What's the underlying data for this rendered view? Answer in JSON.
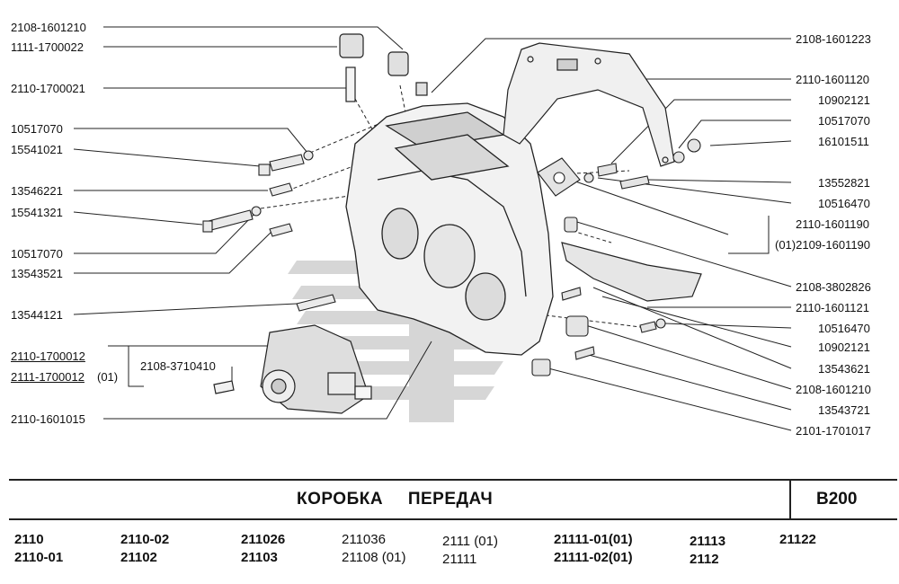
{
  "labels_left": [
    "2108-1601210",
    "1111-1700022",
    "2110-1700021",
    "10517070",
    "15541021",
    "13546221",
    "15541321",
    "10517070",
    "13543521",
    "13544121",
    "2110-1700012",
    "2111-1700012",
    "(01)",
    "2108-3710410",
    "2110-1601015"
  ],
  "labels_right": [
    "2108-1601223",
    "2110-1601120",
    "10902121",
    "10517070",
    "16101511",
    "13552821",
    "10516470",
    "2110-1601190",
    "(01)2109-1601190",
    "2108-3802826",
    "2110-1601121",
    "10516470",
    "10902121",
    "13543621",
    "2108-1601210",
    "13543721",
    "2101-1701017"
  ],
  "title": "КОРОБКА ПЕРЕДАЧ",
  "code": "B200",
  "models": [
    "2110",
    "2110-01",
    "2110-02",
    "21102",
    "211026",
    "21103",
    "211036",
    "21108 (01)",
    "2111 (01)",
    "21111",
    "21111-01(01)",
    "21111-02(01)",
    "21113",
    "2112",
    "21122"
  ]
}
